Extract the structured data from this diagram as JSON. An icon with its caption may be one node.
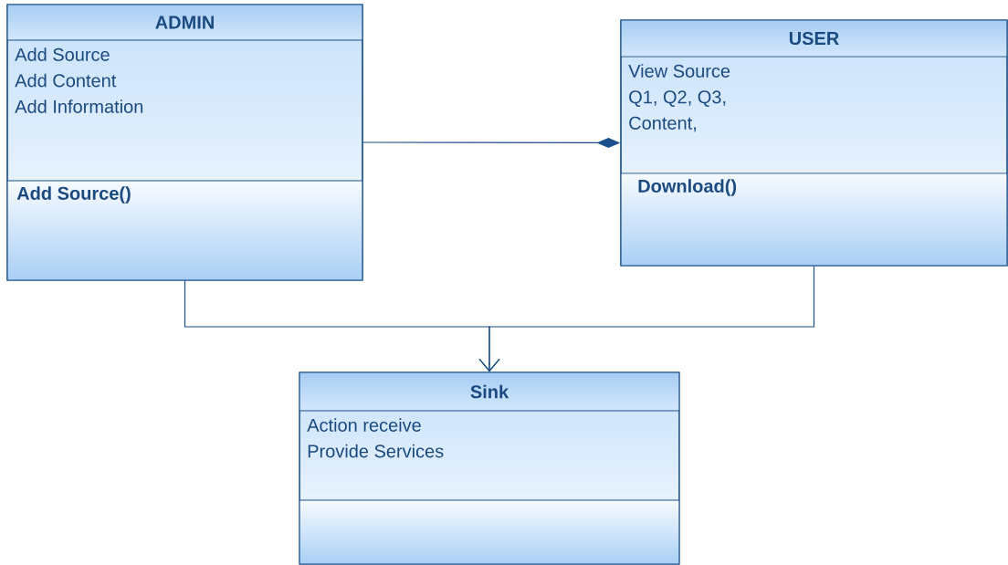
{
  "diagram": {
    "nodes": [
      {
        "text": [
          "ADMIN",
          "Add Source Add Content Add Information",
          "Add Source()"
        ]
      },
      {
        "text": [
          "USER",
          "View Source Q1, Q2, Q3, Content,",
          "Download()"
        ]
      },
      {
        "text": [
          "Sink",
          "Action receive Provide Services"
        ]
      }
    ],
    "edges": [
      {
        "from": 0,
        "to": 1,
        "arrow": "other"
      },
      {
        "from": 0,
        "to": 2,
        "arrow": "to"
      },
      {
        "from": 1,
        "to": 2,
        "arrow": "to"
      }
    ]
  }
}
